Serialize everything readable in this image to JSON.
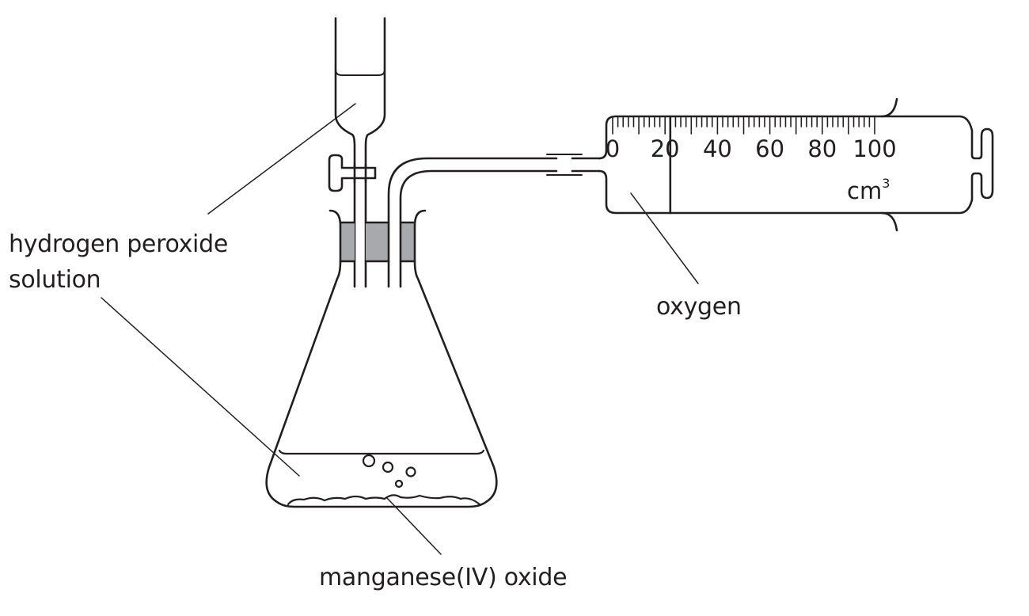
{
  "diagram": {
    "title": "Apparatus for collecting oxygen from decomposition of hydrogen peroxide",
    "labels": {
      "hydrogen_peroxide_line1": "hydrogen peroxide",
      "hydrogen_peroxide_line2": "solution",
      "oxygen": "oxygen",
      "manganese_oxide": "manganese(IV) oxide"
    },
    "syringe": {
      "scale_labels": [
        "0",
        "20",
        "40",
        "60",
        "80",
        "100"
      ],
      "scale_min": 0,
      "scale_max": 100,
      "minor_tick_step": 2,
      "major_tick_step": 10,
      "unit": "cm",
      "unit_superscript": "3",
      "gas_volume_reading": 22
    },
    "colors": {
      "ink": "#231f20",
      "bung": "#a7a9ac",
      "background": "#ffffff"
    }
  }
}
